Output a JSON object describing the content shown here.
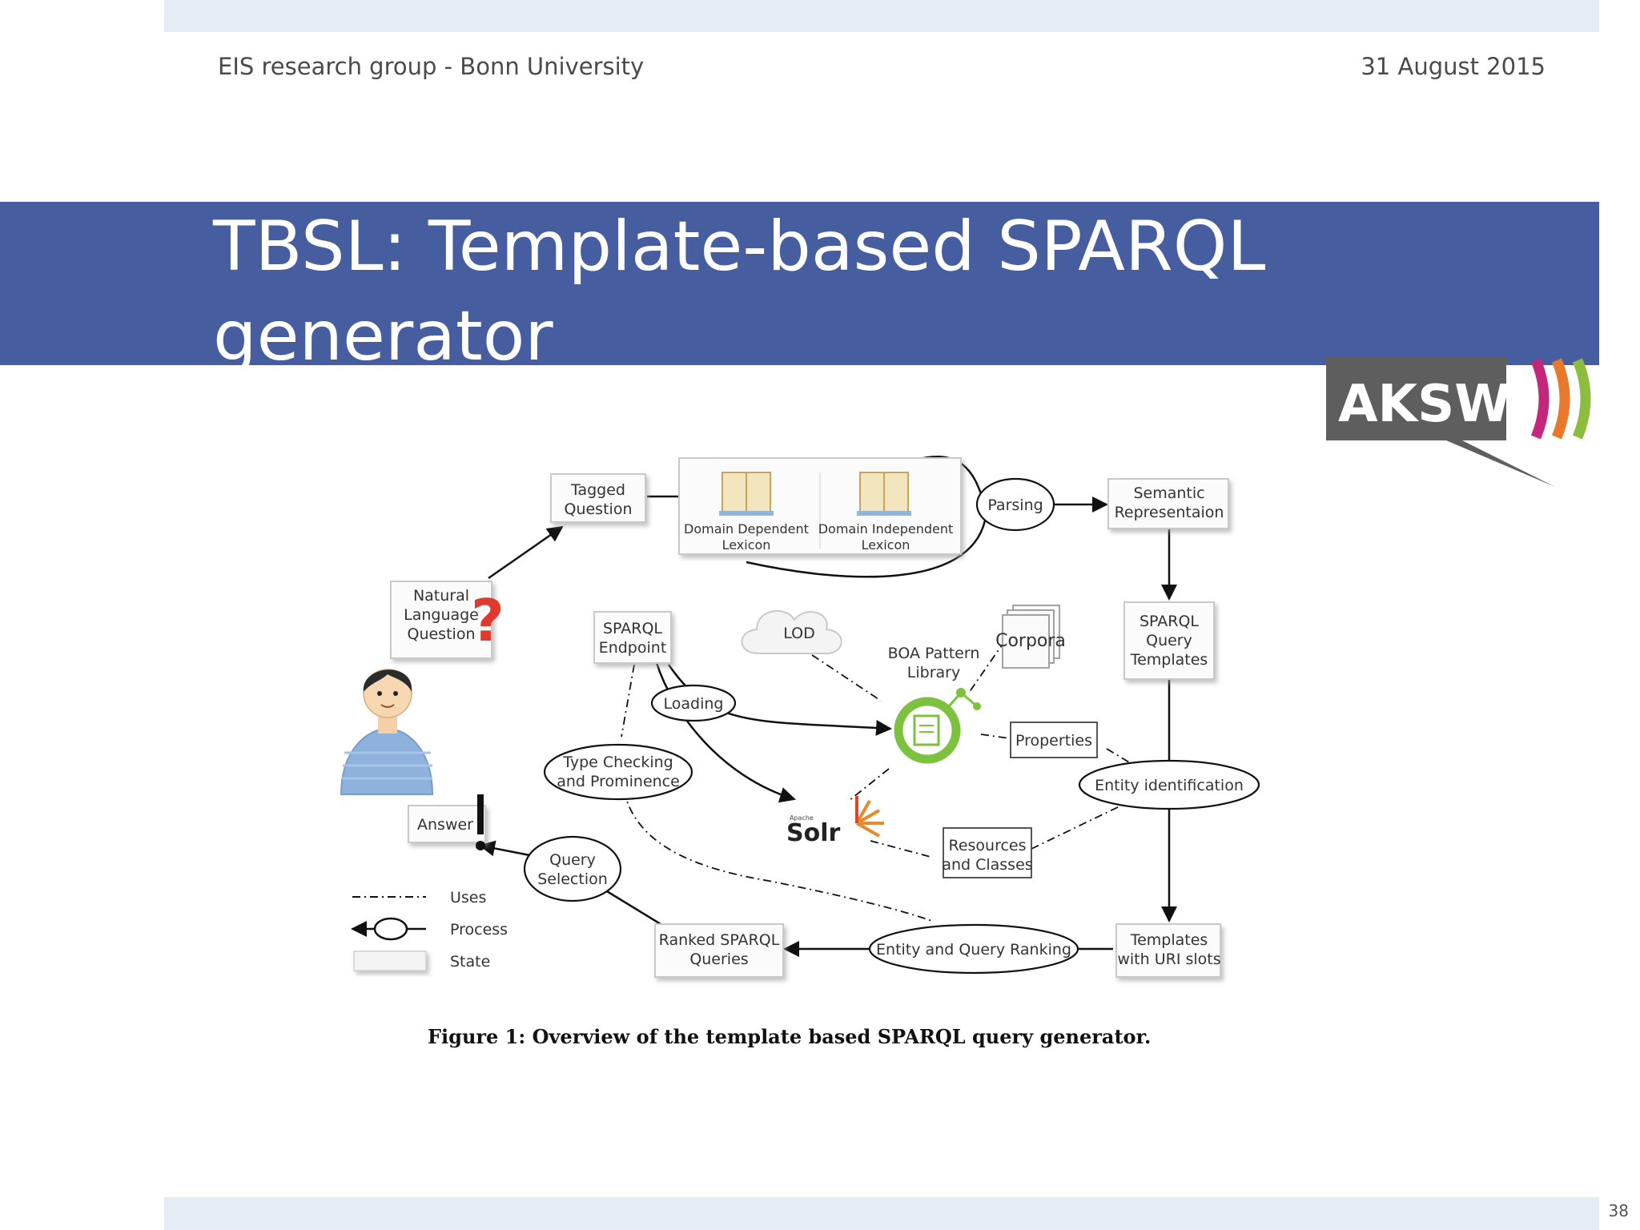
{
  "header": {
    "left": "EIS research group - Bonn University",
    "right": "31 August 2015"
  },
  "slide": {
    "title_line1": "TBSL: Template-based  SPARQL",
    "title_line2": "generator",
    "number": "38"
  },
  "logo": {
    "text": "AKSW",
    "stripe_colors": [
      "#c4267c",
      "#e8792a",
      "#8cbd3f"
    ]
  },
  "diagram": {
    "nodes": {
      "tagged_question": [
        "Tagged",
        "Question"
      ],
      "domain_dependent": [
        "Domain Dependent",
        "Lexicon"
      ],
      "domain_independent": [
        "Domain Independent",
        "Lexicon"
      ],
      "parsing": "Parsing",
      "semantic_rep": [
        "Semantic",
        "Representaion"
      ],
      "nl_question": [
        "Natural",
        "Language",
        "Question"
      ],
      "sparql_endpoint": [
        "SPARQL",
        "Endpoint"
      ],
      "lod": "LOD",
      "boa": [
        "BOA Pattern",
        "Library"
      ],
      "corpora": "Corpora",
      "sparql_templates": [
        "SPARQL",
        "Query",
        "Templates"
      ],
      "loading": "Loading",
      "properties": "Properties",
      "type_checking": [
        "Type Checking",
        "and Prominence"
      ],
      "entity_identification": "Entity identification",
      "answer": "Answer",
      "solr": "Solr",
      "solr_small": "Apache",
      "resources": [
        "Resources",
        "and Classes"
      ],
      "query_selection": [
        "Query",
        "Selection"
      ],
      "ranked_queries": [
        "Ranked SPARQL",
        "Queries"
      ],
      "entity_query_ranking": "Entity and Query Ranking",
      "templates_uri": [
        "Templates",
        "with URI slots"
      ]
    },
    "legend": {
      "uses": "Uses",
      "process": "Process",
      "state": "State"
    },
    "caption": "Figure 1: Overview of the template based SPARQL query generator."
  }
}
